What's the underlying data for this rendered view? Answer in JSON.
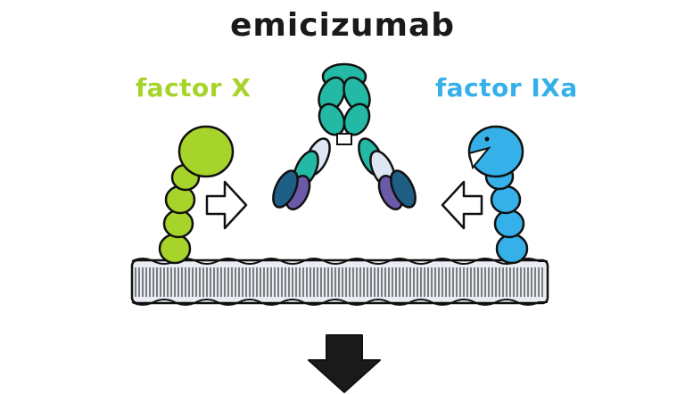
{
  "title": "emicizumab",
  "labels": {
    "left": "factor X",
    "right": "factor IXa"
  },
  "colors": {
    "factor_x": "#a6d42a",
    "factor_ixa": "#35b0e8",
    "antibody_teal": "#24b9a5",
    "antibody_dark": "#1f5f86",
    "antibody_purple": "#6b5aa8",
    "antibody_light": "#dde6f2",
    "membrane": "#e9edf3",
    "outline": "#111111"
  }
}
